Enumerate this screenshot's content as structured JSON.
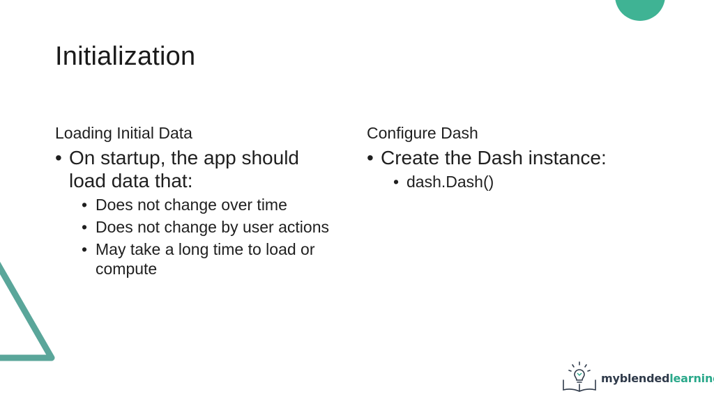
{
  "slide": {
    "title": "Initialization",
    "left_column": {
      "heading": "Loading Initial Data",
      "bullet": "On startup, the app should load data that:",
      "sub_bullets": [
        "Does not change over time",
        "Does not change by user actions",
        "May take a long time to load or compute"
      ]
    },
    "right_column": {
      "heading": "Configure Dash",
      "bullet": "Create the Dash instance:",
      "sub_bullets": [
        "dash.Dash()"
      ]
    },
    "bullet_glyph": "•"
  },
  "branding": {
    "logo_text_prefix": "myblended",
    "logo_text_suffix": "learning",
    "logo_icon": "book-lightbulb-icon"
  },
  "colors": {
    "accent": "#3fb394",
    "triangle": "#5aa69a",
    "text": "#1f1f1f"
  },
  "decorations": [
    "teal-circle",
    "teal-triangle-outline"
  ]
}
